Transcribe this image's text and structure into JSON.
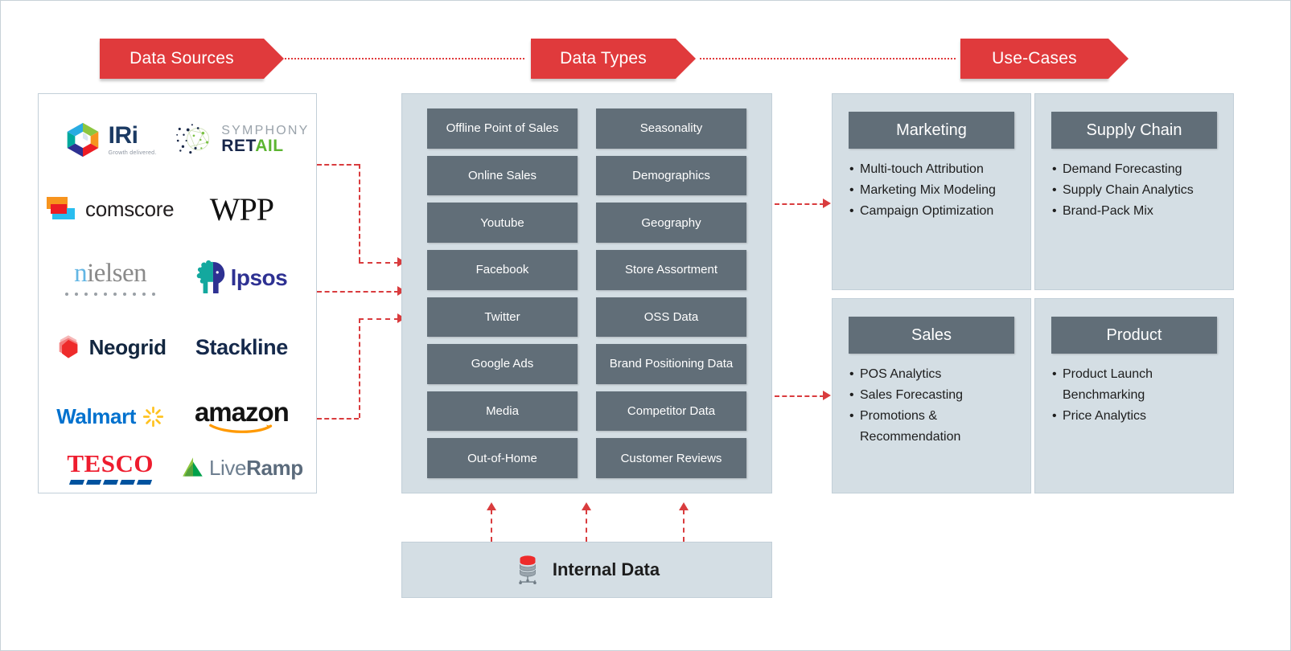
{
  "header": {
    "banners": [
      {
        "id": "data-sources",
        "label": "Data Sources"
      },
      {
        "id": "data-types",
        "label": "Data Types"
      },
      {
        "id": "use-cases",
        "label": "Use-Cases"
      }
    ]
  },
  "data_sources": {
    "logos": [
      {
        "name": "IRi",
        "word": "IRi",
        "tagline": "Growth delivered."
      },
      {
        "name": "Symphony Retail",
        "top": "SYMPHONY",
        "bottom_navy": "RET",
        "bottom_green": "AIL"
      },
      {
        "name": "comscore",
        "word": "comscore"
      },
      {
        "name": "WPP",
        "word": "WPP"
      },
      {
        "name": "nielsen",
        "first_letter": "n",
        "rest": "ielsen"
      },
      {
        "name": "Ipsos",
        "word": "lpsos"
      },
      {
        "name": "Neogrid",
        "word": "Neogrid"
      },
      {
        "name": "Stackline",
        "word": "Stackline"
      },
      {
        "name": "Walmart",
        "word": "Walmart"
      },
      {
        "name": "amazon",
        "word": "amazon"
      },
      {
        "name": "TESCO",
        "word": "TESCO"
      },
      {
        "name": "LiveRamp",
        "word_live": "Live",
        "word_ramp": "Ramp"
      }
    ]
  },
  "data_types": {
    "chips": [
      "Offline Point of Sales",
      "Seasonality",
      "Online Sales",
      "Demographics",
      "Youtube",
      "Geography",
      "Facebook",
      "Store Assortment",
      "Twitter",
      "OSS Data",
      "Google Ads",
      "Brand Positioning Data",
      "Media",
      "Competitor Data",
      "Out-of-Home",
      "Customer Reviews"
    ]
  },
  "use_cases": {
    "marketing": {
      "title": "Marketing",
      "items": [
        "Multi-touch Attribution",
        "Marketing Mix Modeling",
        "Campaign Optimization"
      ]
    },
    "supply_chain": {
      "title": "Supply Chain",
      "items": [
        "Demand Forecasting",
        "Supply Chain Analytics",
        "Brand-Pack Mix"
      ]
    },
    "sales": {
      "title": "Sales",
      "items": [
        "POS Analytics",
        "Sales Forecasting",
        "Promotions & Recommendation"
      ]
    },
    "product": {
      "title": "Product",
      "items": [
        "Product Launch Benchmarking",
        "Price Analytics"
      ]
    }
  },
  "internal_data": {
    "label": "Internal Data",
    "icon": "database-icon"
  },
  "colors": {
    "banner_red": "#e03a3c",
    "connector_red": "#d93c3e",
    "panel_bg": "#d4dee4",
    "chip_gray": "#616e78",
    "panel_border": "#c2cfd8"
  }
}
